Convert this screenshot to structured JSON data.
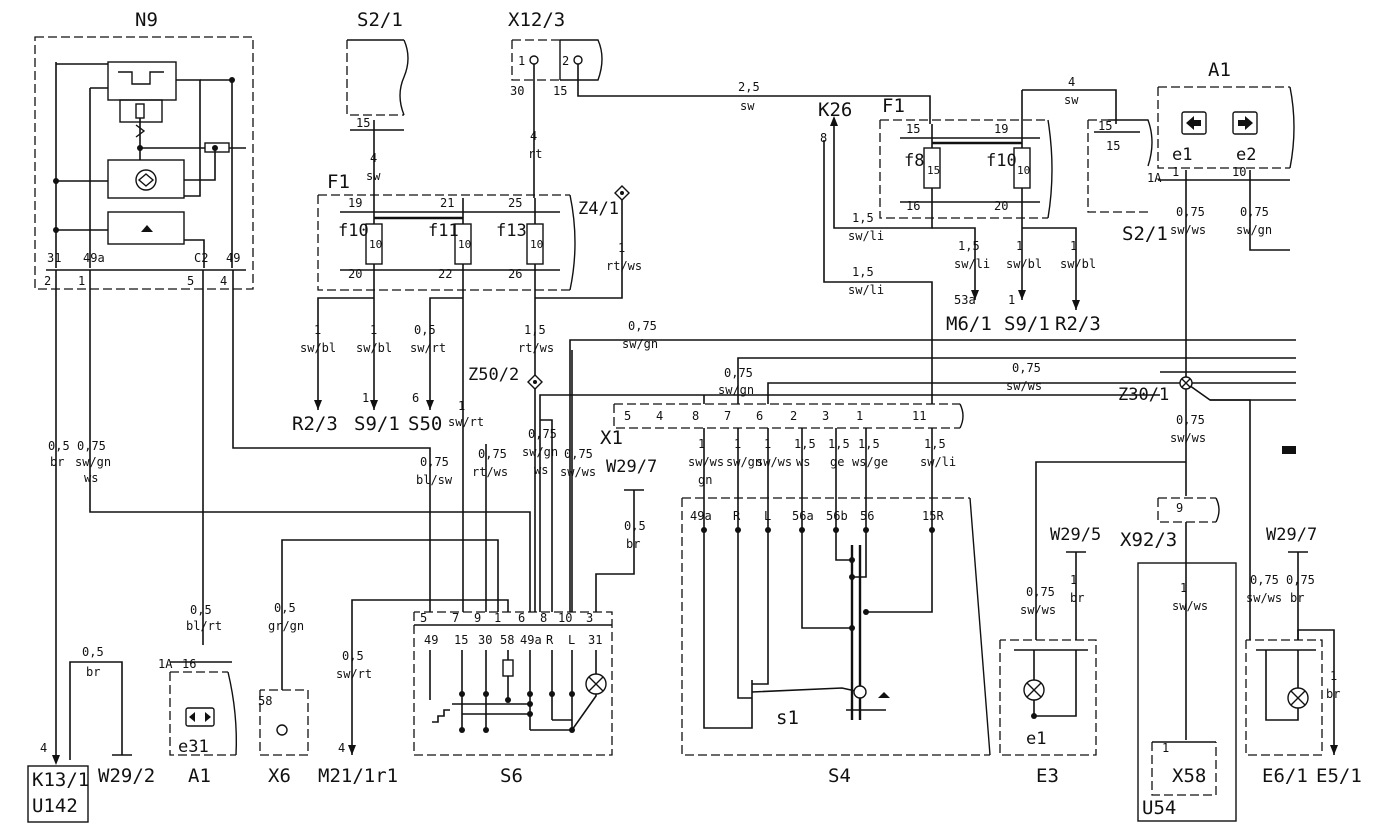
{
  "components": {
    "n9": "N9",
    "s2_1_top": "S2/1",
    "x12_3": "X12/3",
    "k26": "K26",
    "f1_left": "F1",
    "f1_right": "F1",
    "a1_top": "A1",
    "z4_1": "Z4/1",
    "z50_2": "Z50/2",
    "z30_1": "Z30/1",
    "x1": "X1",
    "s2_1_right": "S2/1",
    "w29_7_mid": "W29/7",
    "w29_5": "W29/5",
    "w29_7_right": "W29/7",
    "x92_3": "X92/3",
    "r2_3_a": "R2/3",
    "s9_1_a": "S9/1",
    "s50": "S50",
    "m6_1": "M6/1",
    "s9_1_b": "S9/1",
    "r2_3_b": "R2/3",
    "k13_1": "K13/1",
    "u142": "U142",
    "w29_2": "W29/2",
    "a1_bottom": "A1",
    "e31": "e31",
    "x6": "X6",
    "m21_1r1": "M21/1r1",
    "s6": "S6",
    "s4": "S4",
    "s1": "s1",
    "e1_bottom": "e1",
    "e3": "E3",
    "x58": "X58",
    "u54": "U54",
    "e6_1": "E6/1",
    "e5_1": "E5/1",
    "e1_top": "e1",
    "e2_top": "e2"
  },
  "fuses": [
    {
      "name": "f10",
      "rating": "10",
      "pin_in": "19",
      "pin_out": "20"
    },
    {
      "name": "f11",
      "rating": "10",
      "pin_in": "21",
      "pin_out": "22"
    },
    {
      "name": "f13",
      "rating": "10",
      "pin_in": "25",
      "pin_out": "26"
    },
    {
      "name": "f8",
      "rating": "15",
      "pin_in": "15",
      "pin_out": "16"
    },
    {
      "name": "f10",
      "rating": "10",
      "pin_in": "19",
      "pin_out": "20"
    }
  ],
  "wires": {
    "s21_out": [
      "4",
      "sw"
    ],
    "x123_out": [
      "4",
      "rt"
    ],
    "x123_15": [
      "2,5",
      "sw"
    ],
    "a1_in": [
      "4",
      "sw"
    ],
    "z41": [
      "1",
      "rt/ws"
    ],
    "f10_a": [
      "1",
      "sw/bl"
    ],
    "f10_b": [
      "1",
      "sw/bl"
    ],
    "f11_a": [
      "0,5",
      "sw/rt"
    ],
    "f11_b": [
      "1",
      "sw/rt"
    ],
    "f13_out": [
      "1,5",
      "rt/ws"
    ],
    "k26_a": [
      "1,5",
      "sw/li"
    ],
    "k26_b": [
      "1,5",
      "sw/li"
    ],
    "f8_out": [
      "1,5",
      "sw/li"
    ],
    "f10r_a": [
      "1",
      "sw/bl"
    ],
    "f10r_b": [
      "1",
      "sw/bl"
    ],
    "a1_e1": [
      "0,75",
      "sw/ws"
    ],
    "a1_e2": [
      "0,75",
      "sw/gn"
    ],
    "bus1": [
      "0,75",
      "sw/gn"
    ],
    "bus2": [
      "0,75",
      "sw/gn"
    ],
    "bus3": [
      "0,75",
      "sw/ws"
    ],
    "z301_out": [
      "0,75",
      "sw/ws"
    ],
    "n9_31": [
      "0,5",
      "br"
    ],
    "n9_49a": [
      "0,75",
      "sw/gn",
      "ws"
    ],
    "n9_c2": [
      "0,5",
      "bl/rt"
    ],
    "s6_49": [
      "0,75",
      "bl/sw"
    ],
    "s6_30": [
      "0,75",
      "rt/ws"
    ],
    "s6_49a": [
      "0,75",
      "sw/gn",
      "ws"
    ],
    "s6_l": [
      "0,75",
      "sw/ws"
    ],
    "s6_31": [
      "0,5",
      "br"
    ],
    "x6": [
      "0,5",
      "gr/gn"
    ],
    "m21": [
      "0,5",
      "sw/rt"
    ],
    "k13": [
      "0,5",
      "br"
    ],
    "x1_8": [
      "1",
      "sw/ws",
      "gn"
    ],
    "x1_7": [
      "1",
      "sw/gn"
    ],
    "x1_6": [
      "1",
      "sw/ws"
    ],
    "x1_2": [
      "1,5",
      "ws"
    ],
    "x1_3": [
      "1,5",
      "ge"
    ],
    "x1_1": [
      "1,5",
      "ws/ge"
    ],
    "x1_11": [
      "1,5",
      "sw/li"
    ],
    "e3_a": [
      "0,75",
      "sw/ws"
    ],
    "e3_b": [
      "1",
      "br"
    ],
    "x58": [
      "1",
      "sw/ws"
    ],
    "e6_a": [
      "0,75",
      "sw/ws"
    ],
    "e6_b": [
      "0,75",
      "br"
    ],
    "e5": [
      "1",
      "br"
    ]
  },
  "pins": {
    "n9_bottom": [
      "31",
      "49a",
      "C2",
      "49"
    ],
    "n9_conn": [
      "2",
      "1",
      "5",
      "4"
    ],
    "x123_left": [
      "1",
      "30"
    ],
    "x123_right": [
      "2",
      "15"
    ],
    "s6_conn": [
      "5",
      "7",
      "9",
      "1",
      "6",
      "8",
      "10",
      "3"
    ],
    "s6_inner": [
      "49",
      "15",
      "30",
      "58",
      "49a",
      "R",
      "L",
      "31"
    ],
    "x1_pins": [
      "5",
      "4",
      "8",
      "7",
      "6",
      "2",
      "3",
      "1",
      "11"
    ],
    "s4_inner": [
      "49a",
      "R",
      "L",
      "56a",
      "56b",
      "56",
      "15R"
    ],
    "k26_pin": "8",
    "s21_pin": "15",
    "s21r_pin": "15",
    "s21r_conn": "1A",
    "a1_pins": [
      "1",
      "10"
    ],
    "m61": "53a",
    "s91_b": "1",
    "s91_a": "1",
    "s50": "6",
    "x6_pin": "58",
    "m21_pin": "4",
    "k13_pin": "4",
    "a1b_conn": "1A",
    "a1b_pin": "16",
    "x92_pin": "9",
    "x58_pin": "1"
  }
}
